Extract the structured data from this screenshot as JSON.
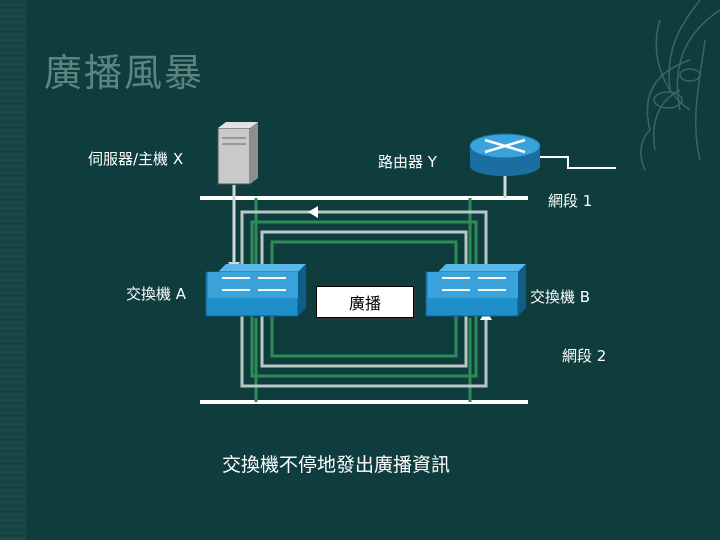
{
  "slide": {
    "title": "廣播風暴"
  },
  "labels": {
    "server": "伺服器/主機 X",
    "router": "路由器 Y",
    "segment1": "網段 1",
    "switch_a": "交換機 A",
    "broadcast": "廣播",
    "switch_b": "交換機 B",
    "segment2": "網段 2"
  },
  "caption": "交換機不停地發出廣播資訊",
  "colors": {
    "background": "#0f3d3d",
    "title": "#5c8582",
    "switch": "#1e8fc8",
    "loop_line": "#2e8b57",
    "segment_line": "#ffffff"
  },
  "icons": [
    "server-icon",
    "router-icon",
    "switch-icon",
    "decorative-plant-icon"
  ]
}
